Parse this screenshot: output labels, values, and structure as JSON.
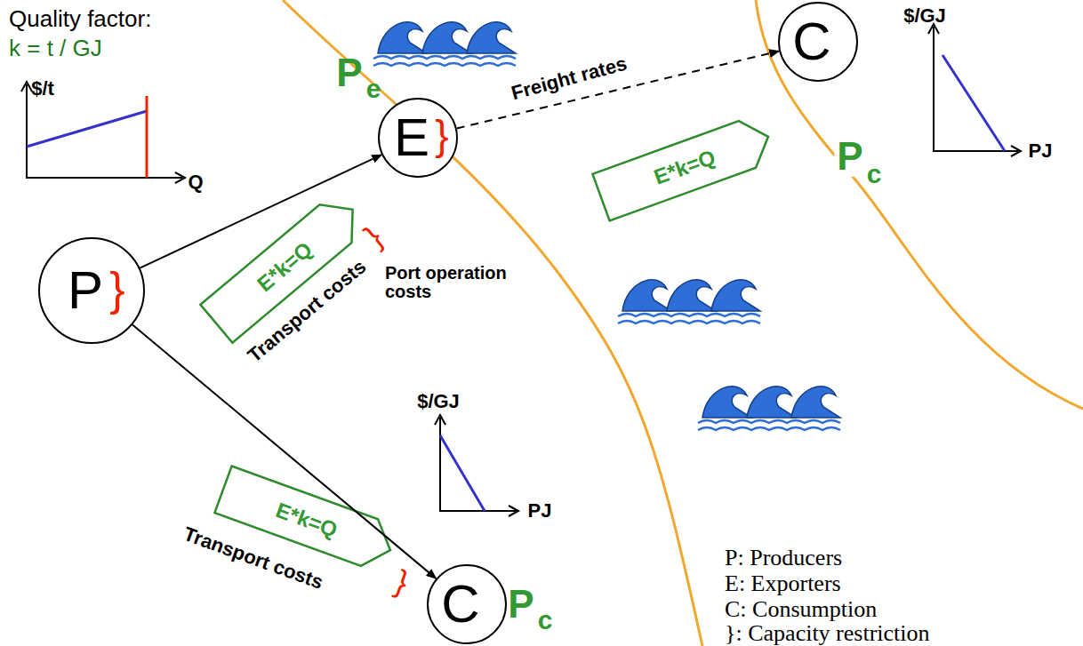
{
  "diagram": {
    "nodes": [
      {
        "text": [
          "P"
        ]
      },
      {
        "text": [
          "E"
        ]
      },
      {
        "text": [
          "C"
        ]
      },
      {
        "text": [
          "C"
        ]
      }
    ],
    "edges": [
      {
        "from": 0,
        "to": 1,
        "label": "Transport costs",
        "arrow": "to"
      },
      {
        "from": 0,
        "to": 3,
        "label": "Transport costs",
        "arrow": "to"
      },
      {
        "from": 1,
        "to": 2,
        "label": "Freight rates",
        "arrow": "to"
      }
    ],
    "labels": [
      "Quality factor:",
      "k = t / GJ",
      "$/t",
      "Q",
      "E*k=Q",
      "}",
      "}",
      "P",
      "e",
      "}",
      "Port operation costs",
      "E*k=Q",
      "$/GJ",
      "PJ",
      "P",
      "c",
      "$/GJ",
      "PJ",
      "E*k=Q",
      "}",
      "P",
      "c",
      "P: Producers",
      "E: Exporters",
      "C: Consumption",
      "}: Capacity restriction"
    ]
  }
}
